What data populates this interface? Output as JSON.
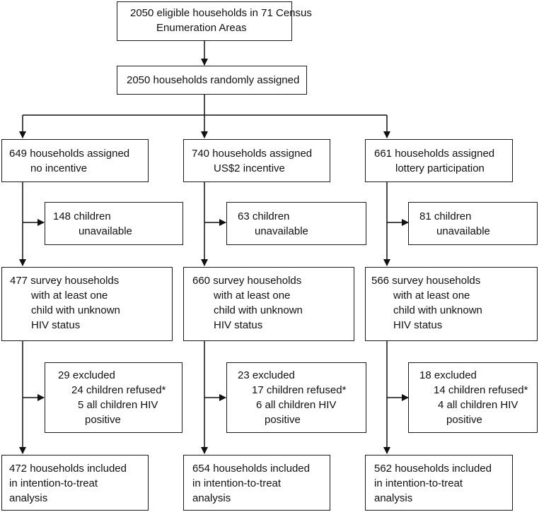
{
  "top": {
    "eligible": [
      "2050 eligible households in 71 Census",
      "Enumeration Areas"
    ],
    "randomised": [
      "2050 households randomly assigned"
    ]
  },
  "arms": [
    {
      "assigned": [
        "649 households assigned",
        "no incentive"
      ],
      "unavailable": [
        "148 children",
        "unavailable"
      ],
      "survey": [
        "477 survey households",
        "with at least one",
        "child with unknown",
        "HIV status"
      ],
      "excluded": [
        "29 excluded",
        "24 children refused*",
        "5 all children HIV",
        "positive"
      ],
      "included": [
        "472 households included",
        "in intention-to-treat",
        "analysis"
      ]
    },
    {
      "assigned": [
        "740 households assigned",
        "US$2 incentive"
      ],
      "unavailable": [
        "63 children",
        "unavailable"
      ],
      "survey": [
        "660 survey households",
        "with at least one",
        "child with unknown",
        "HIV status"
      ],
      "excluded": [
        "23 excluded",
        "17 children refused*",
        "6 all children HIV",
        "positive"
      ],
      "included": [
        "654 households included",
        "in intention-to-treat",
        "analysis"
      ]
    },
    {
      "assigned": [
        "661 households assigned",
        "lottery participation"
      ],
      "unavailable": [
        "81 children",
        "unavailable"
      ],
      "survey": [
        "566 survey households",
        "with at least one",
        "child with unknown",
        "HIV status"
      ],
      "excluded": [
        "18 excluded",
        "14 children refused*",
        "4 all children HIV",
        "positive"
      ],
      "included": [
        "562 households included",
        "in intention-to-treat",
        "analysis"
      ]
    }
  ]
}
